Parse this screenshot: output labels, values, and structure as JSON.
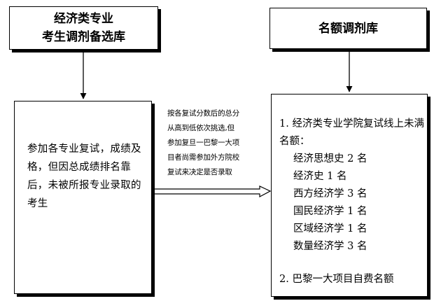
{
  "pool_box": {
    "line1": "经济类专业",
    "line2": "考生调剂备选库"
  },
  "quota_box": {
    "title": "名额调剂库"
  },
  "candidates_box": {
    "text": "参加各专业复试，成绩及格，但因总成绩排名靠后，未被所报专业录取的考生"
  },
  "transfer_note": {
    "lines": [
      "按各复试分数后的总分",
      "从高到低依次挑选,但",
      "参加复旦一巴黎一大项",
      "目者尚需参加外方院校",
      "复试来决定是否录取"
    ]
  },
  "quota_list": {
    "item1_heading": "1. 经济类专业学院复试线上未满名额：",
    "majors": [
      "经济思想史 2 名",
      "经济史 1 名",
      "西方经济学 3 名",
      "国民经济学 1 名",
      "区域经济学 1 名",
      "数量经济学 3 名"
    ],
    "item2": "2. 巴黎一大项目自费名额"
  }
}
